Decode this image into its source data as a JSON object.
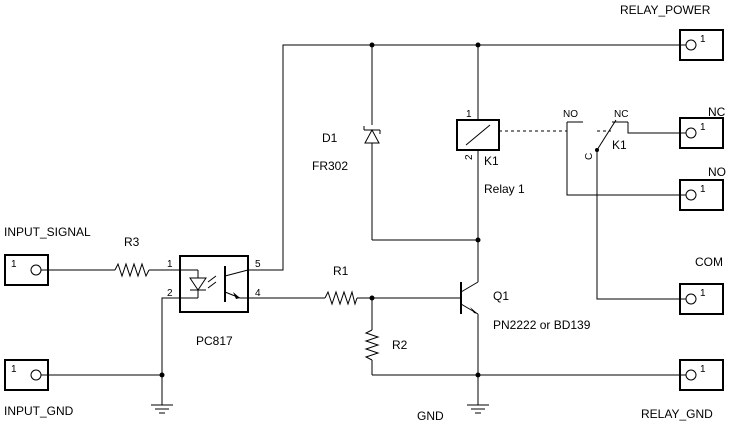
{
  "connectors": {
    "input_signal": {
      "label": "INPUT_SIGNAL",
      "pin": "1"
    },
    "input_gnd": {
      "label": "INPUT_GND",
      "pin": "1"
    },
    "relay_power": {
      "label": "RELAY_POWER",
      "pin": "1"
    },
    "nc": {
      "label": "NC",
      "pin": "1"
    },
    "no": {
      "label": "NO",
      "pin": "1"
    },
    "com": {
      "label": "COM",
      "pin": "1"
    },
    "relay_gnd": {
      "label": "RELAY_GND",
      "pin": "1"
    }
  },
  "components": {
    "r3": {
      "ref": "R3"
    },
    "r1": {
      "ref": "R1"
    },
    "r2": {
      "ref": "R2"
    },
    "d1": {
      "ref": "D1",
      "value": "FR302"
    },
    "optocoupler": {
      "value": "PC817",
      "pins": [
        "1",
        "2",
        "5",
        "4"
      ]
    },
    "relay_coil": {
      "ref": "K1",
      "value": "Relay 1",
      "pins": [
        "1",
        "2"
      ]
    },
    "relay_contact": {
      "ref": "K1",
      "no": "NO",
      "nc": "NC",
      "c": "C"
    },
    "q1": {
      "ref": "Q1",
      "value": "PN2222 or BD139"
    }
  },
  "gnd_label": "GND"
}
